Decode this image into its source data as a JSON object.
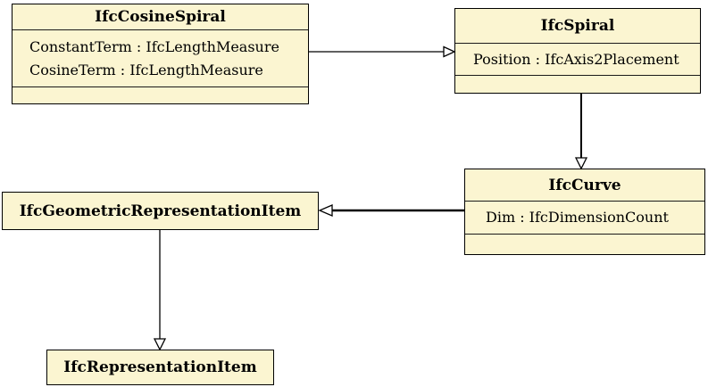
{
  "diagram": {
    "type": "uml-class-inheritance",
    "colors": {
      "class_fill": "#fbf5d1",
      "class_border": "#000000",
      "background": "#ffffff",
      "text": "#000000"
    },
    "classes": [
      {
        "name": "IfcCosineSpiral",
        "attributes": [
          "ConstantTerm : IfcLengthMeasure",
          "CosineTerm : IfcLengthMeasure"
        ]
      },
      {
        "name": "IfcSpiral",
        "attributes": [
          "Position : IfcAxis2Placement"
        ]
      },
      {
        "name": "IfcCurve",
        "attributes": [
          "Dim : IfcDimensionCount"
        ]
      },
      {
        "name": "IfcGeometricRepresentationItem",
        "attributes": []
      },
      {
        "name": "IfcRepresentationItem",
        "attributes": []
      }
    ],
    "relationships": [
      {
        "from": "IfcCosineSpiral",
        "to": "IfcSpiral",
        "type": "generalization"
      },
      {
        "from": "IfcSpiral",
        "to": "IfcCurve",
        "type": "generalization"
      },
      {
        "from": "IfcCurve",
        "to": "IfcGeometricRepresentationItem",
        "type": "generalization"
      },
      {
        "from": "IfcGeometricRepresentationItem",
        "to": "IfcRepresentationItem",
        "type": "generalization"
      }
    ]
  }
}
